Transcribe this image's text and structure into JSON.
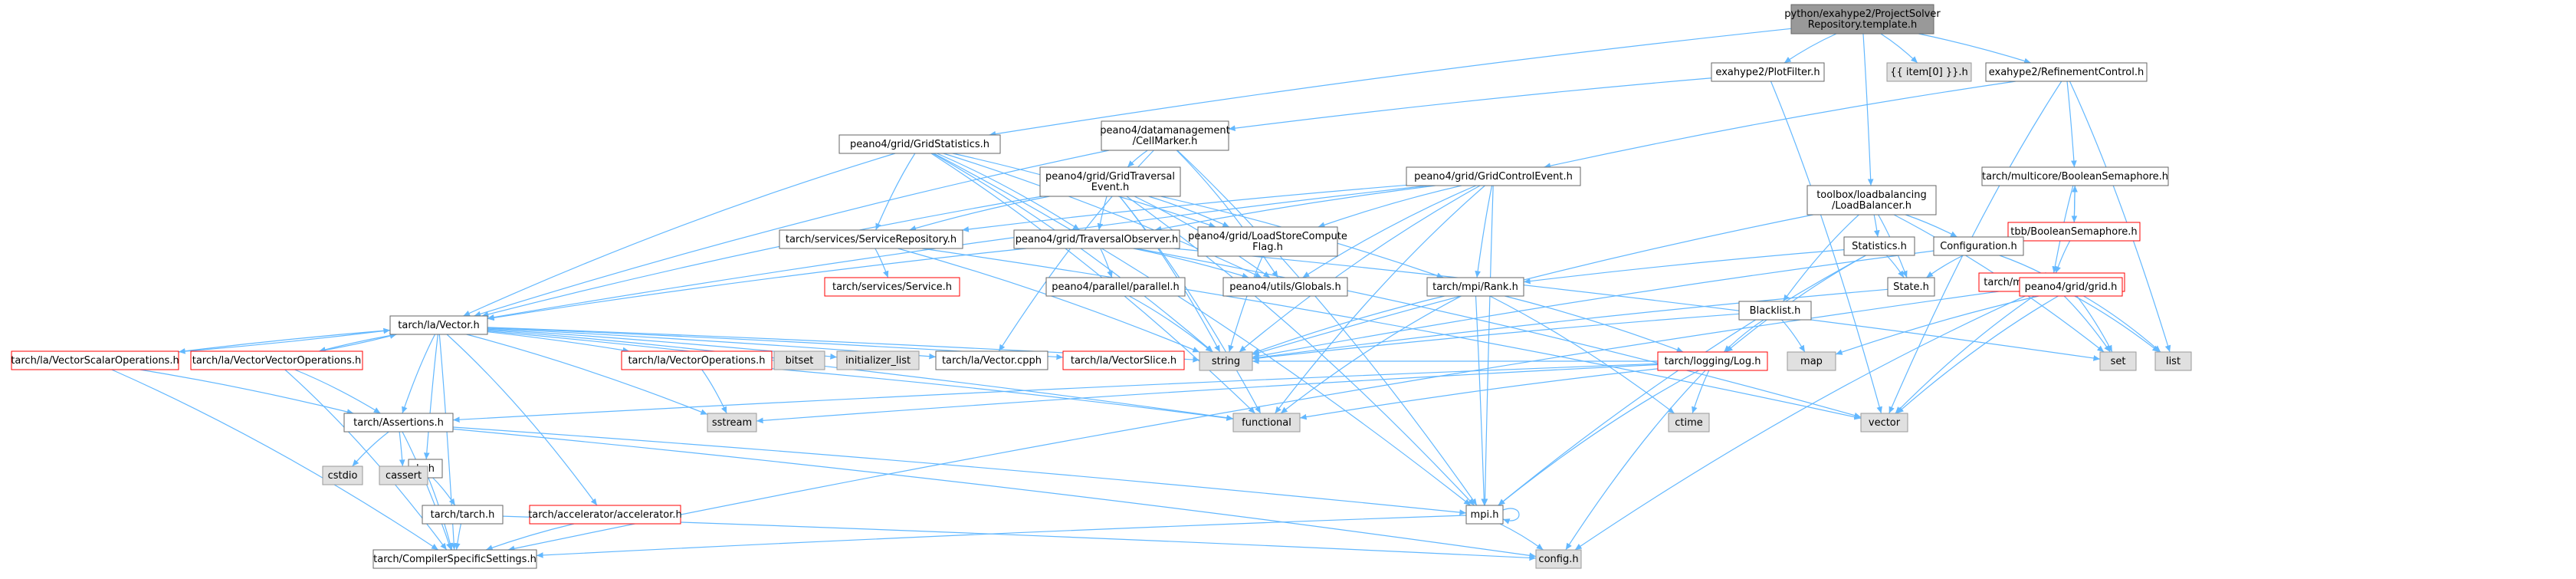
{
  "colors": {
    "edge": "#63b8ff",
    "node_fill": "#ffffff",
    "node_border": "#666666",
    "root_fill": "#999999",
    "external_fill": "#e0e0e0",
    "external_border": "#999999",
    "truncated_border": "#ff0000"
  },
  "nodes": [
    {
      "id": "root",
      "lines": [
        "python/exahype2/ProjectSolver",
        "Repository.template.h"
      ],
      "kind": "root"
    },
    {
      "id": "plotfilter",
      "lines": [
        "exahype2/PlotFilter.h"
      ],
      "kind": "normal"
    },
    {
      "id": "item0",
      "lines": [
        "{{ item[0] }}.h"
      ],
      "kind": "external"
    },
    {
      "id": "refinement",
      "lines": [
        "exahype2/RefinementControl.h"
      ],
      "kind": "normal"
    },
    {
      "id": "cellmarker",
      "lines": [
        "peano4/datamanagement",
        "/CellMarker.h"
      ],
      "kind": "normal"
    },
    {
      "id": "gridstats",
      "lines": [
        "peano4/grid/GridStatistics.h"
      ],
      "kind": "normal"
    },
    {
      "id": "gridtraversal",
      "lines": [
        "peano4/grid/GridTraversal",
        "Event.h"
      ],
      "kind": "normal"
    },
    {
      "id": "gridcontrol",
      "lines": [
        "peano4/grid/GridControlEvent.h"
      ],
      "kind": "normal"
    },
    {
      "id": "loadbalancer",
      "lines": [
        "toolbox/loadbalancing",
        "/LoadBalancer.h"
      ],
      "kind": "normal"
    },
    {
      "id": "boolsem",
      "lines": [
        "tarch/multicore/BooleanSemaphore.h"
      ],
      "kind": "normal"
    },
    {
      "id": "tbbbool",
      "lines": [
        "tbb/BooleanSemaphore.h"
      ],
      "kind": "truncated"
    },
    {
      "id": "servicerepo",
      "lines": [
        "tarch/services/ServiceRepository.h"
      ],
      "kind": "normal"
    },
    {
      "id": "traversalobs",
      "lines": [
        "peano4/grid/TraversalObserver.h"
      ],
      "kind": "normal"
    },
    {
      "id": "loadstore",
      "lines": [
        "peano4/grid/LoadStoreCompute",
        "Flag.h"
      ],
      "kind": "normal"
    },
    {
      "id": "statistics",
      "lines": [
        "Statistics.h"
      ],
      "kind": "normal"
    },
    {
      "id": "configuration",
      "lines": [
        "Configuration.h"
      ],
      "kind": "normal"
    },
    {
      "id": "multicore",
      "lines": [
        "tarch/multicore/multicore.h"
      ],
      "kind": "truncated"
    },
    {
      "id": "service",
      "lines": [
        "tarch/services/Service.h"
      ],
      "kind": "truncated"
    },
    {
      "id": "parallel",
      "lines": [
        "peano4/parallel/parallel.h"
      ],
      "kind": "normal"
    },
    {
      "id": "globals",
      "lines": [
        "peano4/utils/Globals.h"
      ],
      "kind": "normal"
    },
    {
      "id": "rank",
      "lines": [
        "tarch/mpi/Rank.h"
      ],
      "kind": "normal"
    },
    {
      "id": "state",
      "lines": [
        "State.h"
      ],
      "kind": "normal"
    },
    {
      "id": "gridh",
      "lines": [
        "peano4/grid/grid.h"
      ],
      "kind": "truncated"
    },
    {
      "id": "blacklist",
      "lines": [
        "Blacklist.h"
      ],
      "kind": "normal"
    },
    {
      "id": "vector",
      "lines": [
        "tarch/la/Vector.h"
      ],
      "kind": "normal"
    },
    {
      "id": "vscalar",
      "lines": [
        "tarch/la/VectorScalarOperations.h"
      ],
      "kind": "truncated"
    },
    {
      "id": "vvector",
      "lines": [
        "tarch/la/VectorVectorOperations.h"
      ],
      "kind": "truncated"
    },
    {
      "id": "vops",
      "lines": [
        "tarch/la/VectorOperations.h"
      ],
      "kind": "truncated"
    },
    {
      "id": "bitset",
      "lines": [
        "bitset"
      ],
      "kind": "external"
    },
    {
      "id": "initlist",
      "lines": [
        "initializer_list"
      ],
      "kind": "external"
    },
    {
      "id": "vectorcpp",
      "lines": [
        "tarch/la/Vector.cpph"
      ],
      "kind": "normal"
    },
    {
      "id": "vslice",
      "lines": [
        "tarch/la/VectorSlice.h"
      ],
      "kind": "truncated"
    },
    {
      "id": "string",
      "lines": [
        "string"
      ],
      "kind": "external"
    },
    {
      "id": "log",
      "lines": [
        "tarch/logging/Log.h"
      ],
      "kind": "truncated"
    },
    {
      "id": "map",
      "lines": [
        "map"
      ],
      "kind": "external"
    },
    {
      "id": "set",
      "lines": [
        "set"
      ],
      "kind": "external"
    },
    {
      "id": "list",
      "lines": [
        "list"
      ],
      "kind": "external"
    },
    {
      "id": "assertions",
      "lines": [
        "tarch/Assertions.h"
      ],
      "kind": "normal"
    },
    {
      "id": "la",
      "lines": [
        "la.h"
      ],
      "kind": "normal"
    },
    {
      "id": "sstream",
      "lines": [
        "sstream"
      ],
      "kind": "external"
    },
    {
      "id": "functional",
      "lines": [
        "functional"
      ],
      "kind": "external"
    },
    {
      "id": "ctime",
      "lines": [
        "ctime"
      ],
      "kind": "external"
    },
    {
      "id": "stdvector",
      "lines": [
        "vector"
      ],
      "kind": "external"
    },
    {
      "id": "cstdio",
      "lines": [
        "cstdio"
      ],
      "kind": "external"
    },
    {
      "id": "cassert",
      "lines": [
        "cassert"
      ],
      "kind": "external"
    },
    {
      "id": "tarchh",
      "lines": [
        "tarch/tarch.h"
      ],
      "kind": "normal"
    },
    {
      "id": "accel",
      "lines": [
        "tarch/accelerator/accelerator.h"
      ],
      "kind": "truncated"
    },
    {
      "id": "mpi",
      "lines": [
        "mpi.h"
      ],
      "kind": "normal"
    },
    {
      "id": "config",
      "lines": [
        "config.h"
      ],
      "kind": "external"
    },
    {
      "id": "compiler",
      "lines": [
        "tarch/CompilerSpecificSettings.h"
      ],
      "kind": "normal"
    }
  ],
  "edges": [
    [
      "root",
      "plotfilter"
    ],
    [
      "root",
      "item0"
    ],
    [
      "root",
      "refinement"
    ],
    [
      "root",
      "gridstats"
    ],
    [
      "root",
      "loadbalancer"
    ],
    [
      "plotfilter",
      "cellmarker"
    ],
    [
      "plotfilter",
      "stdvector"
    ],
    [
      "refinement",
      "gridcontrol"
    ],
    [
      "refinement",
      "boolsem"
    ],
    [
      "refinement",
      "list"
    ],
    [
      "refinement",
      "stdvector"
    ],
    [
      "cellmarker",
      "gridtraversal"
    ],
    [
      "cellmarker",
      "vector"
    ],
    [
      "cellmarker",
      "globals"
    ],
    [
      "cellmarker",
      "mpi"
    ],
    [
      "cellmarker",
      "vectorcpp"
    ],
    [
      "gridstats",
      "vector"
    ],
    [
      "gridstats",
      "servicerepo"
    ],
    [
      "gridstats",
      "traversalobs"
    ],
    [
      "gridstats",
      "loadstore"
    ],
    [
      "gridstats",
      "globals"
    ],
    [
      "gridstats",
      "mpi"
    ],
    [
      "gridstats",
      "string"
    ],
    [
      "gridstats",
      "functional"
    ],
    [
      "gridtraversal",
      "vector"
    ],
    [
      "gridtraversal",
      "servicerepo"
    ],
    [
      "gridtraversal",
      "traversalobs"
    ],
    [
      "gridtraversal",
      "loadstore"
    ],
    [
      "gridtraversal",
      "globals"
    ],
    [
      "gridtraversal",
      "rank"
    ],
    [
      "gridtraversal",
      "mpi"
    ],
    [
      "gridtraversal",
      "string"
    ],
    [
      "gridtraversal",
      "functional"
    ],
    [
      "gridcontrol",
      "vector"
    ],
    [
      "gridcontrol",
      "servicerepo"
    ],
    [
      "gridcontrol",
      "traversalobs"
    ],
    [
      "gridcontrol",
      "loadstore"
    ],
    [
      "gridcontrol",
      "globals"
    ],
    [
      "gridcontrol",
      "rank"
    ],
    [
      "gridcontrol",
      "mpi"
    ],
    [
      "gridcontrol",
      "string"
    ],
    [
      "gridcontrol",
      "functional"
    ],
    [
      "loadbalancer",
      "statistics"
    ],
    [
      "loadbalancer",
      "configuration"
    ],
    [
      "loadbalancer",
      "blacklist"
    ],
    [
      "loadbalancer",
      "state"
    ],
    [
      "loadbalancer",
      "set"
    ],
    [
      "loadbalancer",
      "string"
    ],
    [
      "boolsem",
      "tbbbool"
    ],
    [
      "boolsem",
      "multicore"
    ],
    [
      "tbbbool",
      "boolsem"
    ],
    [
      "tbbbool",
      "multicore"
    ],
    [
      "tbbbool",
      "string"
    ],
    [
      "multicore",
      "set"
    ],
    [
      "multicore",
      "list"
    ],
    [
      "multicore",
      "stdvector"
    ],
    [
      "multicore",
      "config"
    ],
    [
      "multicore",
      "compiler"
    ],
    [
      "servicerepo",
      "service"
    ],
    [
      "servicerepo",
      "string"
    ],
    [
      "servicerepo",
      "stdvector"
    ],
    [
      "traversalobs",
      "vector"
    ],
    [
      "traversalobs",
      "parallel"
    ],
    [
      "traversalobs",
      "globals"
    ],
    [
      "traversalobs",
      "set"
    ],
    [
      "traversalobs",
      "stdvector"
    ],
    [
      "loadstore",
      "string"
    ],
    [
      "parallel",
      "string"
    ],
    [
      "statistics",
      "rank"
    ],
    [
      "statistics",
      "state"
    ],
    [
      "statistics",
      "log"
    ],
    [
      "statistics",
      "mpi"
    ],
    [
      "configuration",
      "state"
    ],
    [
      "configuration",
      "gridh"
    ],
    [
      "gridh",
      "map"
    ],
    [
      "gridh",
      "set"
    ],
    [
      "gridh",
      "stdvector"
    ],
    [
      "gridh",
      "list"
    ],
    [
      "blacklist",
      "map"
    ],
    [
      "blacklist",
      "log"
    ],
    [
      "blacklist",
      "string"
    ],
    [
      "state",
      "string"
    ],
    [
      "rank",
      "string"
    ],
    [
      "rank",
      "functional"
    ],
    [
      "rank",
      "ctime"
    ],
    [
      "rank",
      "mpi"
    ],
    [
      "rank",
      "log"
    ],
    [
      "log",
      "ctime"
    ],
    [
      "log",
      "string"
    ],
    [
      "log",
      "functional"
    ],
    [
      "log",
      "mpi"
    ],
    [
      "log",
      "config"
    ],
    [
      "log",
      "sstream"
    ],
    [
      "log",
      "assertions"
    ],
    [
      "vector",
      "vscalar"
    ],
    [
      "vector",
      "vvector"
    ],
    [
      "vector",
      "vops"
    ],
    [
      "vector",
      "bitset"
    ],
    [
      "vector",
      "initlist"
    ],
    [
      "vector",
      "vectorcpp"
    ],
    [
      "vector",
      "vslice"
    ],
    [
      "vector",
      "string"
    ],
    [
      "vector",
      "assertions"
    ],
    [
      "vector",
      "la"
    ],
    [
      "vector",
      "accel"
    ],
    [
      "vector",
      "sstream"
    ],
    [
      "vector",
      "compiler"
    ],
    [
      "vector",
      "functional"
    ],
    [
      "vscalar",
      "assertions"
    ],
    [
      "vscalar",
      "compiler"
    ],
    [
      "vscalar",
      "vector"
    ],
    [
      "vvector",
      "assertions"
    ],
    [
      "vvector",
      "compiler"
    ],
    [
      "vvector",
      "vector"
    ],
    [
      "vops",
      "sstream"
    ],
    [
      "vops",
      "functional"
    ],
    [
      "assertions",
      "cstdio"
    ],
    [
      "assertions",
      "cassert"
    ],
    [
      "assertions",
      "mpi"
    ],
    [
      "assertions",
      "config"
    ],
    [
      "assertions",
      "compiler"
    ],
    [
      "la",
      "tarchh"
    ],
    [
      "la",
      "compiler"
    ],
    [
      "tarchh",
      "config"
    ],
    [
      "tarchh",
      "compiler"
    ],
    [
      "accel",
      "compiler"
    ],
    [
      "mpi",
      "config"
    ],
    [
      "mpi",
      "compiler"
    ],
    [
      "mpi",
      "mpi"
    ]
  ]
}
